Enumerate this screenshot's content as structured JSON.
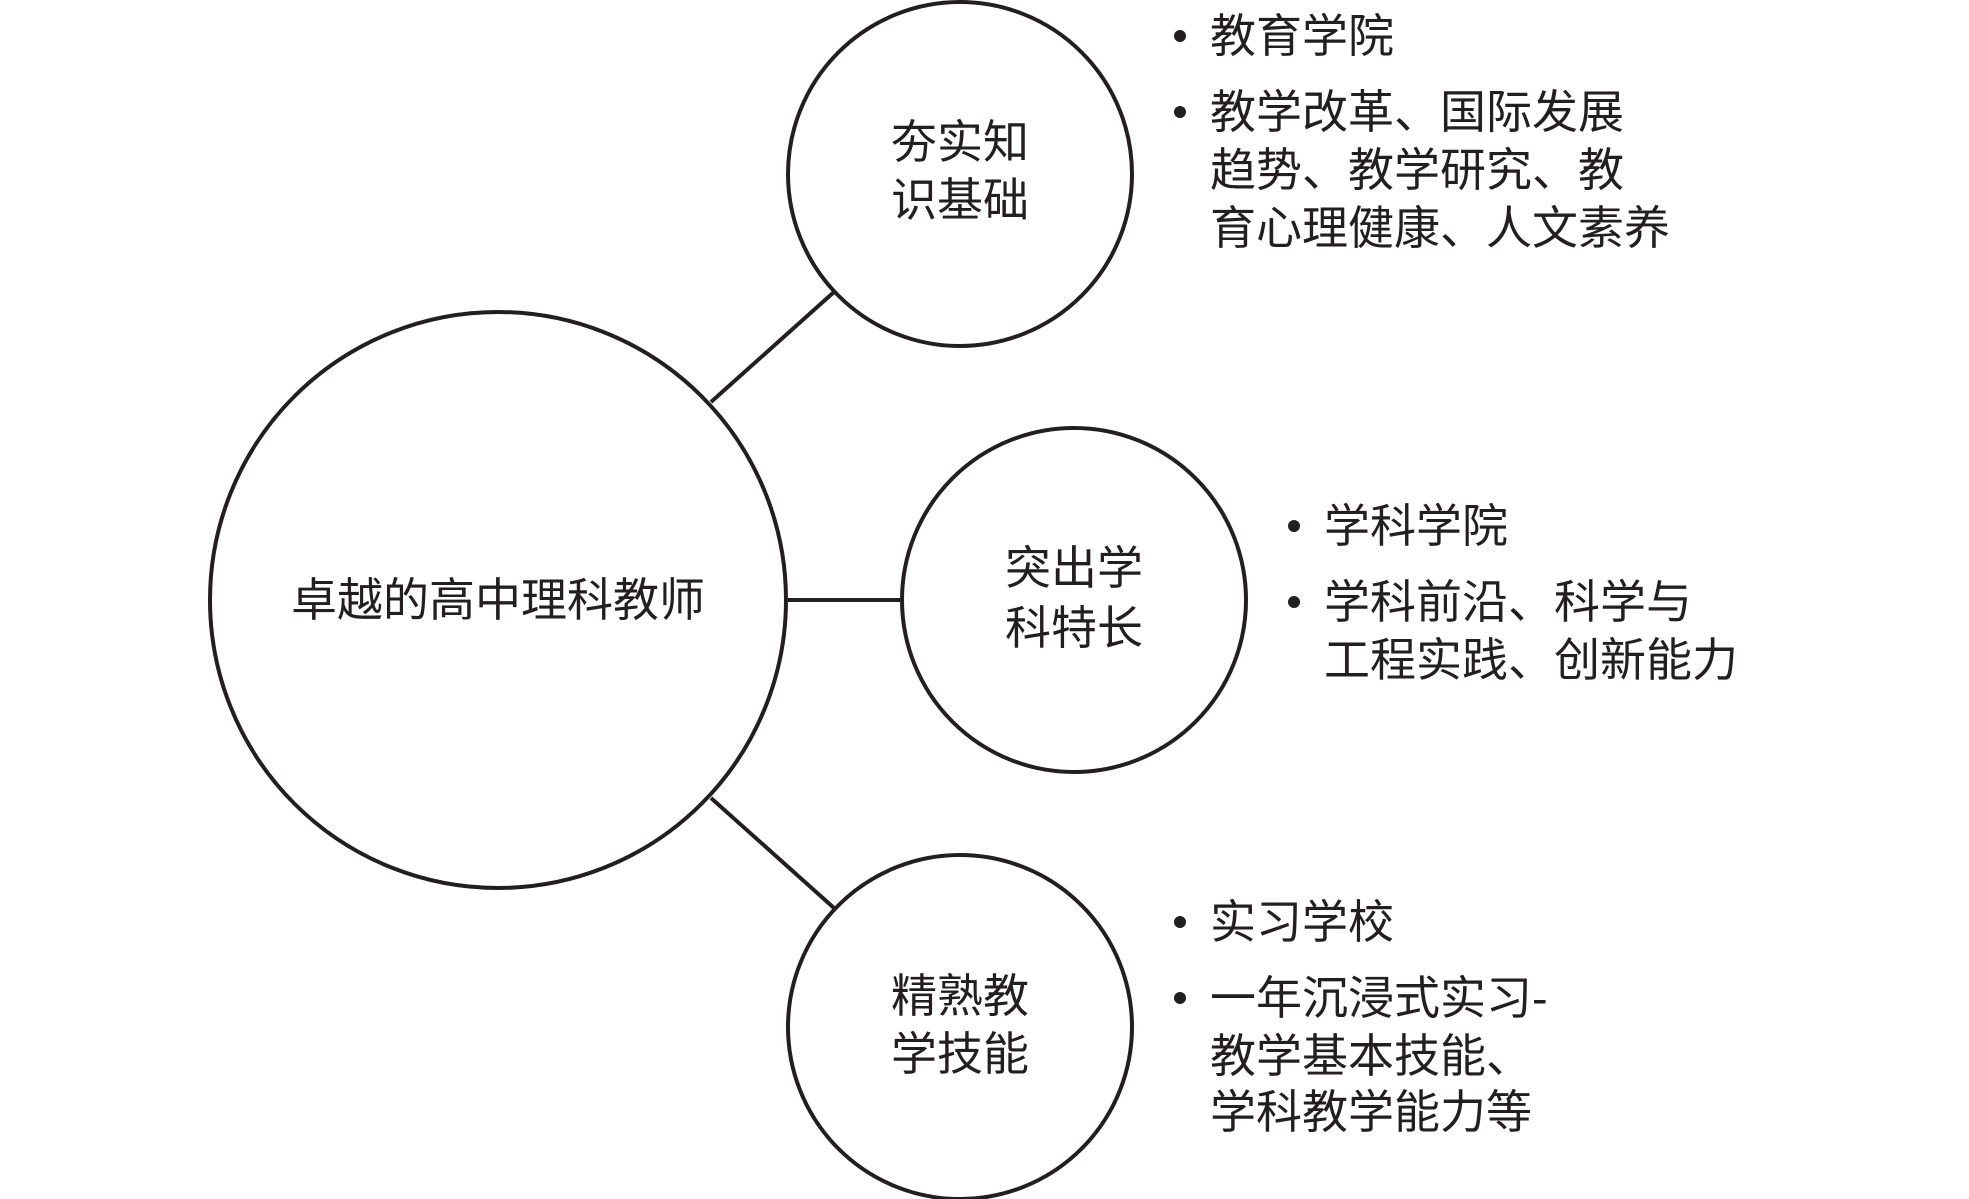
{
  "center": {
    "label": "卓越的高中理科教师"
  },
  "branches": [
    {
      "label_lines": [
        "夯实知",
        "识基础"
      ],
      "items": [
        {
          "lines": [
            "教育学院"
          ]
        },
        {
          "lines": [
            "教学改革、国际发展",
            "趋势、教学研究、教",
            "育心理健康、人文素养"
          ]
        }
      ]
    },
    {
      "label_lines": [
        "突出学",
        "科特长"
      ],
      "items": [
        {
          "lines": [
            "学科学院"
          ]
        },
        {
          "lines": [
            "学科前沿、科学与",
            "工程实践、创新能力"
          ]
        }
      ]
    },
    {
      "label_lines": [
        "精熟教",
        "学技能"
      ],
      "items": [
        {
          "lines": [
            "实习学校"
          ]
        },
        {
          "lines": [
            "一年沉浸式实习-",
            "教学基本技能、",
            "学科教学能力等"
          ]
        }
      ]
    }
  ]
}
